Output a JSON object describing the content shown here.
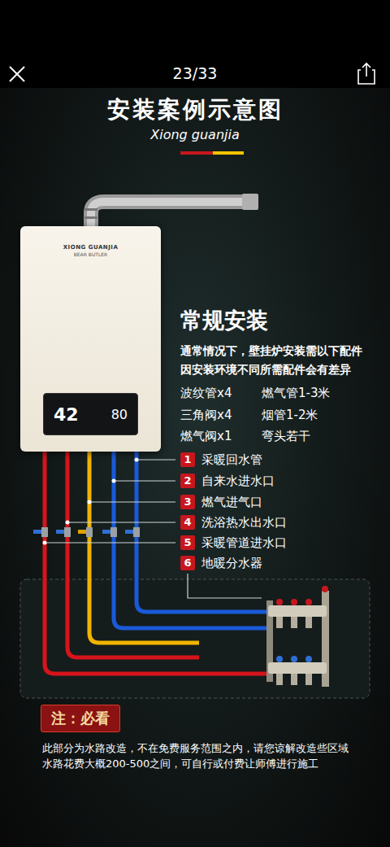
{
  "diagram": {
    "title": "安装案例示意图",
    "nodes": [
      {
        "text": [
          "XIONG GUANJIA",
          "BEAR BUTLER"
        ]
      },
      {
        "text": [
          "42",
          "80"
        ],
        "in": 0
      },
      {
        "text": [
          "1"
        ]
      },
      {
        "text": [
          "2"
        ]
      },
      {
        "text": [
          "3"
        ]
      },
      {
        "text": [
          "4"
        ]
      },
      {
        "text": [
          "5"
        ]
      },
      {
        "text": [
          "6"
        ]
      },
      {
        "text": [
          "注：必看"
        ]
      }
    ],
    "labels": [
      "23/33",
      "Xiong guanjia",
      "常规安装",
      "通常情况下，壁挂炉安装需以下配件",
      "因安装环境不同所需配件会有差异",
      "波纹管x4",
      "燃气管1-3米",
      "三角阀x4",
      "烟管1-2米",
      "燃气阀x1",
      "弯头若干",
      "采暖回水管",
      "自来水进水口",
      "燃气进气口",
      "洗浴热水出水口",
      "采暖管道进水口",
      "地暖分水器",
      "此部分为水路改造，不在免费服务范围之内，请您谅解改造些区域水路花费大概200-500之间，可自行或付费让师傅进行施工"
    ]
  }
}
